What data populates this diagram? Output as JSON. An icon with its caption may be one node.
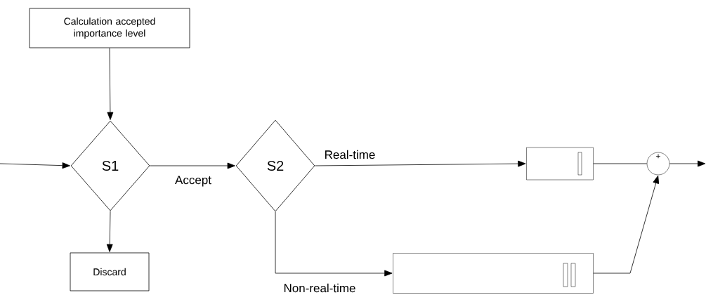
{
  "diagram": {
    "nodes": [
      {
        "text": [
          "Calculation accepted importance level"
        ]
      },
      {
        "text": [
          "S1"
        ]
      },
      {
        "text": [
          "S2"
        ]
      },
      {
        "text": [
          "Discard"
        ]
      },
      {
        "text": [],
        "shape": "box"
      },
      {
        "text": [],
        "shape": "box"
      },
      {
        "text": [
          "+"
        ]
      }
    ],
    "edges": [
      {
        "from": null,
        "to": 1,
        "arrow": "to"
      },
      {
        "from": 0,
        "to": 1,
        "arrow": "to"
      },
      {
        "from": 1,
        "to": 2,
        "arrow": "to",
        "label": "Accept"
      },
      {
        "from": 1,
        "to": 3,
        "arrow": "to"
      },
      {
        "from": 2,
        "to": 4,
        "arrow": "to",
        "label": "Real-time"
      },
      {
        "from": 2,
        "to": 5,
        "arrow": "to",
        "label": "Non-real-time"
      },
      {
        "from": 4,
        "to": 6,
        "arrow": "none"
      },
      {
        "from": 5,
        "to": 6,
        "arrow": "to"
      },
      {
        "from": 6,
        "to": null,
        "arrow": "to"
      }
    ]
  }
}
